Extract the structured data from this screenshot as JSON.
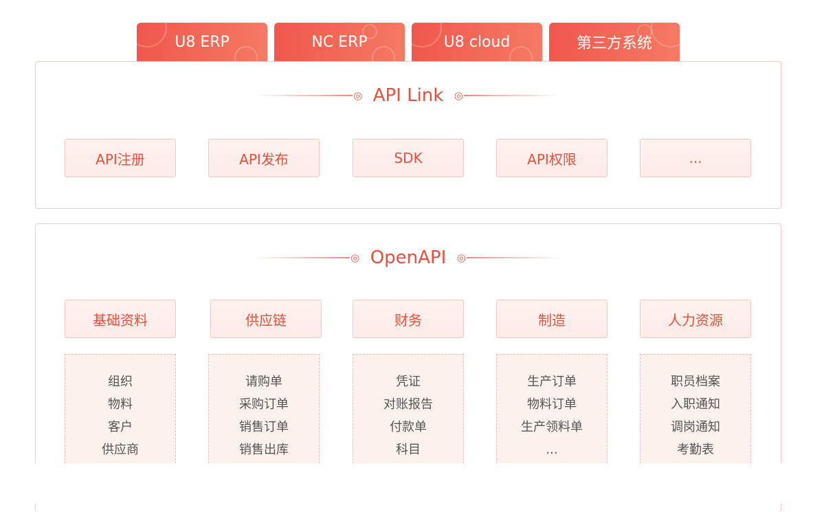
{
  "systems": [
    "U8 ERP",
    "NC ERP",
    "U8 cloud",
    "第三方系统"
  ],
  "api_link": {
    "title": "API Link",
    "features": [
      "API注册",
      "API发布",
      "SDK",
      "API权限",
      "..."
    ]
  },
  "open_api": {
    "title": "OpenAPI",
    "categories": [
      {
        "label": "基础资料",
        "items": [
          "组织",
          "物料",
          "客户",
          "供应商"
        ]
      },
      {
        "label": "供应链",
        "items": [
          "请购单",
          "采购订单",
          "销售订单",
          "销售出库"
        ]
      },
      {
        "label": "财务",
        "items": [
          "凭证",
          "对账报告",
          "付款单",
          "科目"
        ]
      },
      {
        "label": "制造",
        "items": [
          "生产订单",
          "物料订单",
          "生产领料单",
          "..."
        ]
      },
      {
        "label": "人力资源",
        "items": [
          "职员档案",
          "入职通知",
          "调岗通知",
          "考勤表"
        ]
      }
    ]
  },
  "colors": {
    "accent": "#e8503e",
    "tab_gradient_start": "#f0584d",
    "tab_gradient_end": "#f47a63",
    "border": "#f6c9c3",
    "box_fill": "#fdebe7",
    "detail_text": "#555555"
  },
  "icons": {
    "heading_ornament": "ring-ornament-icon"
  }
}
